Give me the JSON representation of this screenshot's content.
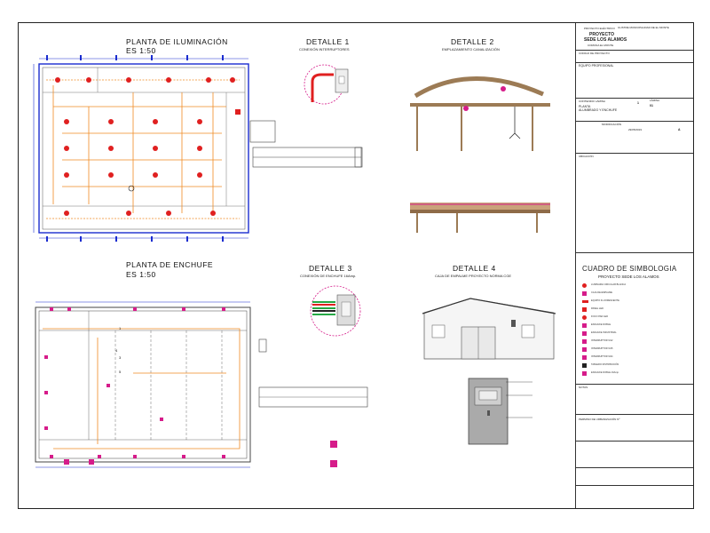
{
  "plans": {
    "lighting": {
      "title": "PLANTA  DE  ILUMINACIÓN",
      "scale": "ES  1:50"
    },
    "outlets": {
      "title": "PLANTA  DE  ENCHUFE",
      "scale": "ES  1:50"
    }
  },
  "details": {
    "d1": {
      "title": "DETALLE  1",
      "subtitle": "CONEXIÓN INTERRUPTORES"
    },
    "d2": {
      "title": "DETALLE  2",
      "subtitle": "EMPLAZAMIENTO CANALIZACIÓN"
    },
    "d3": {
      "title": "DETALLE  3",
      "subtitle": "CONEXIÓN DE ENCHUFE 16Amp."
    },
    "d4": {
      "title": "DETALLE  4",
      "subtitle": "CAJA DE EMPALME PROYECTO NORMA CGE"
    }
  },
  "title_block": {
    "top_right": "ILUSTRE MUNICIPALIDAD DE EL MONTE",
    "project_label": "PROYECTO ELÉCTRICO",
    "project_name_1": "PROYECTO",
    "project_name_2": "SEDE LOS ALAMOS",
    "commune": "COMUNA EL MONTE",
    "project_code": "CODIGO DE PROYECTO",
    "team_label": "EQUIPO PROFESIONAL",
    "sheet_content": "CONTENIDO LÁMINA",
    "sheet_content_value": "PLANTA\nALUMBRADO Y ENCHUFE",
    "sheet_num": "1",
    "sheet_total": "01",
    "sheet_label": "LÁMINA",
    "revision_letter": "A",
    "location_label": "UBICACIÓN",
    "revision_label": "MODIFICACIÓN",
    "date_value": "29/05/2019",
    "symbology_title": "CUADRO DE SIMBOLOGIA",
    "symbology_subtitle": "PROYECTO  SEDE LOS ALAMOS",
    "notes_label": "NOTAS",
    "urbanization": "PERMISO DE URBANIZACIÓN Nº"
  },
  "symbology_items": [
    "LUMINARIA CIRCULAR BLANCA",
    "CAJA DE EMPALME",
    "EQUIPO FLUORESCENTE",
    "PANEL LED",
    "FOCO PAR LED",
    "ENCHUFE DOBLE",
    "ENCHUFE INDUSTRIAL",
    "INTERRUPTOR 9/12",
    "INTERRUPTOR 9/15",
    "INTERRUPTOR 9/24",
    "TABLERO DISTRIBUCIÓN",
    "ENCHUFE DOBLE 16Amp."
  ],
  "colors": {
    "lines": "#1a2ccf",
    "circuit": "#f08a24",
    "accent": "#d61c8a",
    "red": "#e02020",
    "green": "#26a845"
  }
}
